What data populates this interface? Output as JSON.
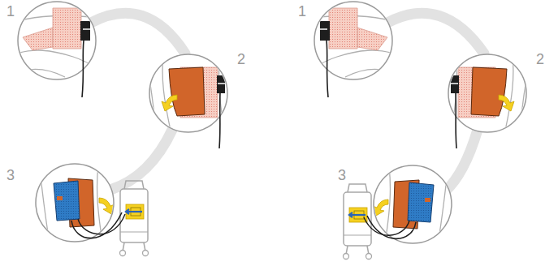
{
  "diagram": {
    "labels": [
      "1",
      "2",
      "3",
      "1",
      "2",
      "3"
    ]
  }
}
